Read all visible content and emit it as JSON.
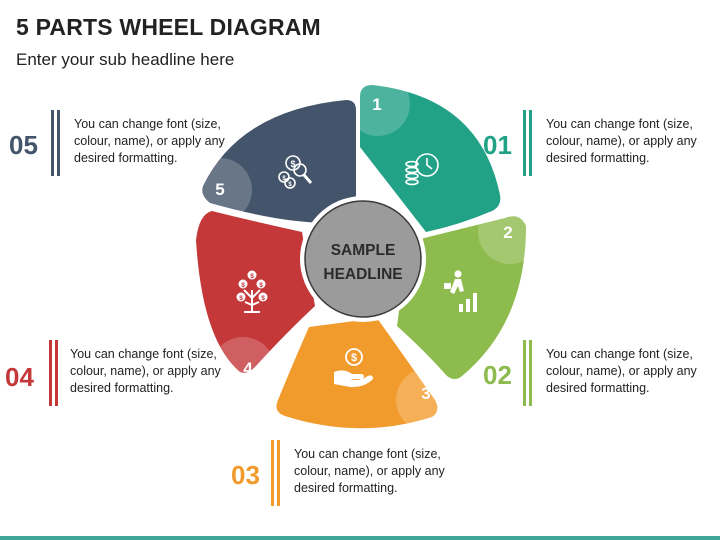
{
  "header": {
    "title": "5 PARTS WHEEL DIAGRAM",
    "subtitle": "Enter your sub headline here"
  },
  "hub": {
    "line1": "SAMPLE",
    "line2": "HEADLINE",
    "fill": "#9b9b9b"
  },
  "segments": [
    {
      "number": "1",
      "color": "#21a186",
      "icon": "clock-coins-icon"
    },
    {
      "number": "2",
      "color": "#8dbb4d",
      "icon": "businessman-growth-chart-icon"
    },
    {
      "number": "3",
      "color": "#f29b2d",
      "icon": "hand-coin-icon"
    },
    {
      "number": "4",
      "color": "#c4383a",
      "icon": "money-tree-icon"
    },
    {
      "number": "5",
      "color": "#44546a",
      "icon": "dollar-magnifier-icon"
    }
  ],
  "callouts": [
    {
      "number": "01",
      "color": "#21a186",
      "text_line1": "You can change font (size,",
      "text_line2": "colour, name), or apply any",
      "text_line3": "desired formatting."
    },
    {
      "number": "02",
      "color": "#8dbb4d",
      "text_line1": "You can change font (size,",
      "text_line2": "colour, name), or apply any",
      "text_line3": "desired formatting."
    },
    {
      "number": "03",
      "color": "#f29b2d",
      "text_line1": "You can change font (size,",
      "text_line2": "colour, name), or apply any",
      "text_line3": "desired formatting."
    },
    {
      "number": "04",
      "color": "#c4383a",
      "text_line1": "You can change font (size,",
      "text_line2": "colour, name), or apply any",
      "text_line3": "desired formatting."
    },
    {
      "number": "05",
      "color": "#44546a",
      "text_line1": "You can change font (size,",
      "text_line2": "colour, name), or apply any",
      "text_line3": "desired formatting."
    }
  ]
}
